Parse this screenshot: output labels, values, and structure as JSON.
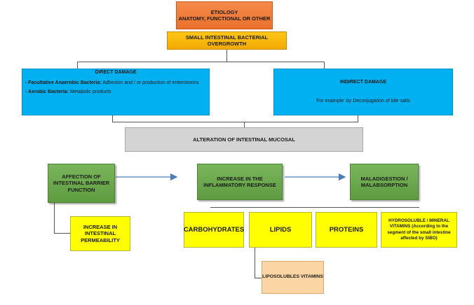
{
  "etiology": {
    "line1": "ETIOLOGY",
    "line2": "ANATOMY, FUNCTIONAL OR OTHER"
  },
  "sibo": "SMALL INTESTINAL BACTERIAL OVERGROWTH",
  "direct_damage": {
    "title": "DIRECT DAMAGE",
    "item1_label": "- Facultative Anaerobic Bacteria:",
    "item1_text": " Adhesion and / or production of enterotoxins",
    "item2_label": "- Aerobic Bacteria:",
    "item2_text": " Metabolic products"
  },
  "indirect_damage": {
    "title": "INDIRECT DAMAGE",
    "text": "For example: by Deconjugation of bile salts"
  },
  "alteration": "ALTERATION OF INTESTINAL MUCOSAL",
  "barrier": {
    "line1": "AFFECTION OF",
    "line2": "INTESTINAL BARRIER",
    "line3": "FUNCTION"
  },
  "inflammatory": {
    "line1": "INCREASE IN THE",
    "line2": "INFLAMMATORY RESPONSE"
  },
  "malabsorption": {
    "line1": "MALADIGESTION /",
    "line2": "MALABSORPTION"
  },
  "permeability": {
    "line1": "INCREASE IN",
    "line2": "INTESTINAL",
    "line3": "PERMEABILITY"
  },
  "carbohydrates": "CARBOHYDRATES",
  "lipids": "LIPIDS",
  "proteins": "PROTEINS",
  "hydrosoluble": {
    "line1": "HYDROSOLUBLE / MINERAL",
    "line2": "VITAMINS (According to the",
    "line3": "segment of the small intestine",
    "line4": "affected by SIBO)"
  },
  "liposolubles": "LIPOSOLUBLES VITAMINS",
  "colors": {
    "orange": "#f0803c",
    "gold": "#f7b500",
    "blue": "#00b0f0",
    "gray": "#d4d4d4",
    "green": "#6aa84f",
    "yellow": "#ffff00",
    "peach": "#fbd6a4",
    "arrow": "#4a7ebb"
  }
}
